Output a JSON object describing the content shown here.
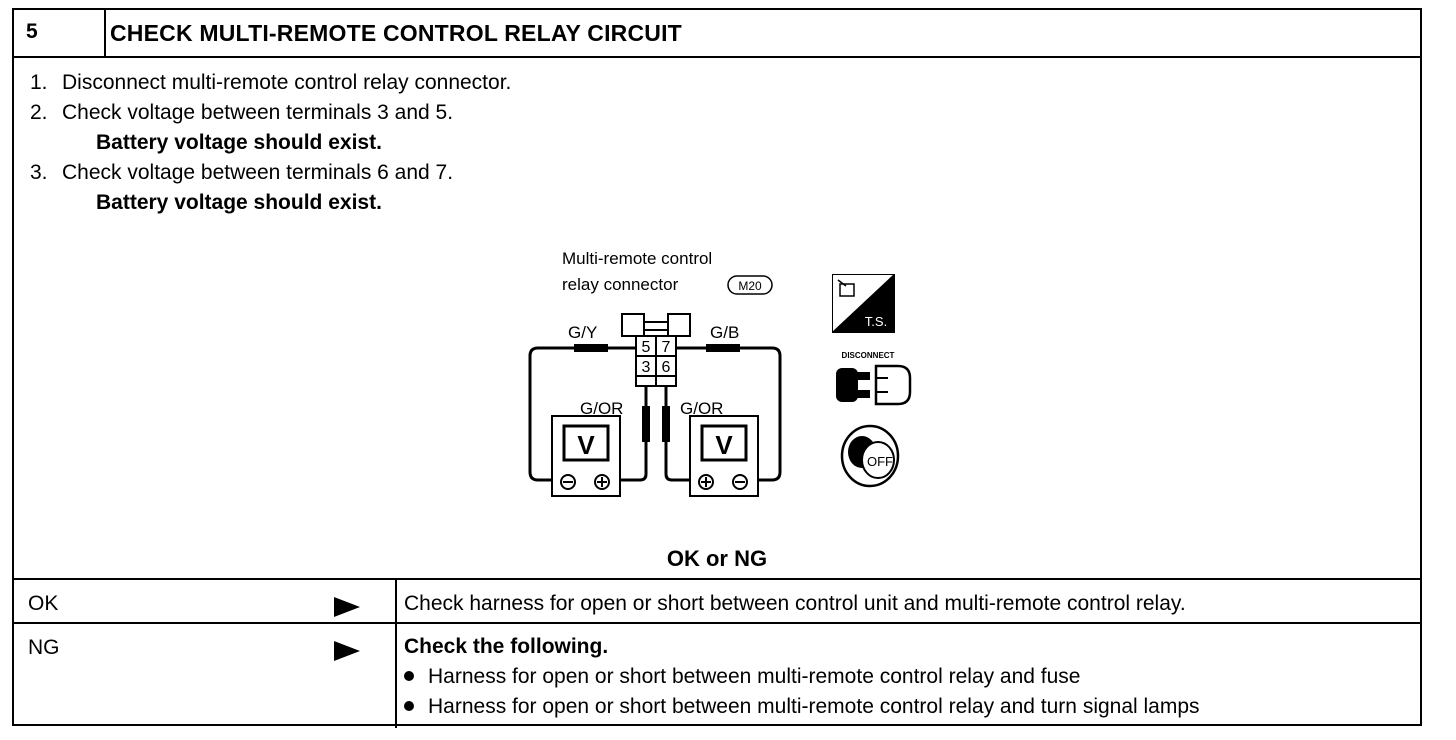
{
  "header": {
    "number": "5",
    "title": "CHECK MULTI-REMOTE CONTROL RELAY CIRCUIT"
  },
  "steps": [
    {
      "num": "1.",
      "text": "Disconnect multi-remote control relay connector.",
      "note": ""
    },
    {
      "num": "2.",
      "text": "Check voltage between terminals 3 and 5.",
      "note": "Battery voltage should exist."
    },
    {
      "num": "3.",
      "text": "Check voltage between terminals 6 and 7.",
      "note": "Battery voltage should exist."
    }
  ],
  "diagram": {
    "connector_label_line1": "Multi-remote control",
    "connector_label_line2": "relay connector",
    "connector_code": "M20",
    "wire_left": "G/Y",
    "wire_right": "G/B",
    "wire_ground_left": "G/OR",
    "wire_ground_right": "G/OR",
    "terminals": [
      "5",
      "7",
      "3",
      "6"
    ],
    "meter_symbol": "V",
    "icon_ts_label": "T.S.",
    "icon_disconnect_label": "DISCONNECT",
    "icon_key_label": "OFF"
  },
  "result_prompt": "OK or NG",
  "results": [
    {
      "label": "OK",
      "action": "Check harness for open or short between control unit and multi-remote control relay.",
      "bullets": []
    },
    {
      "label": "NG",
      "action": "Check the following.",
      "bullets": [
        "Harness for open or short between multi-remote control relay and fuse",
        "Harness for open or short between multi-remote control relay and turn signal lamps"
      ]
    }
  ]
}
